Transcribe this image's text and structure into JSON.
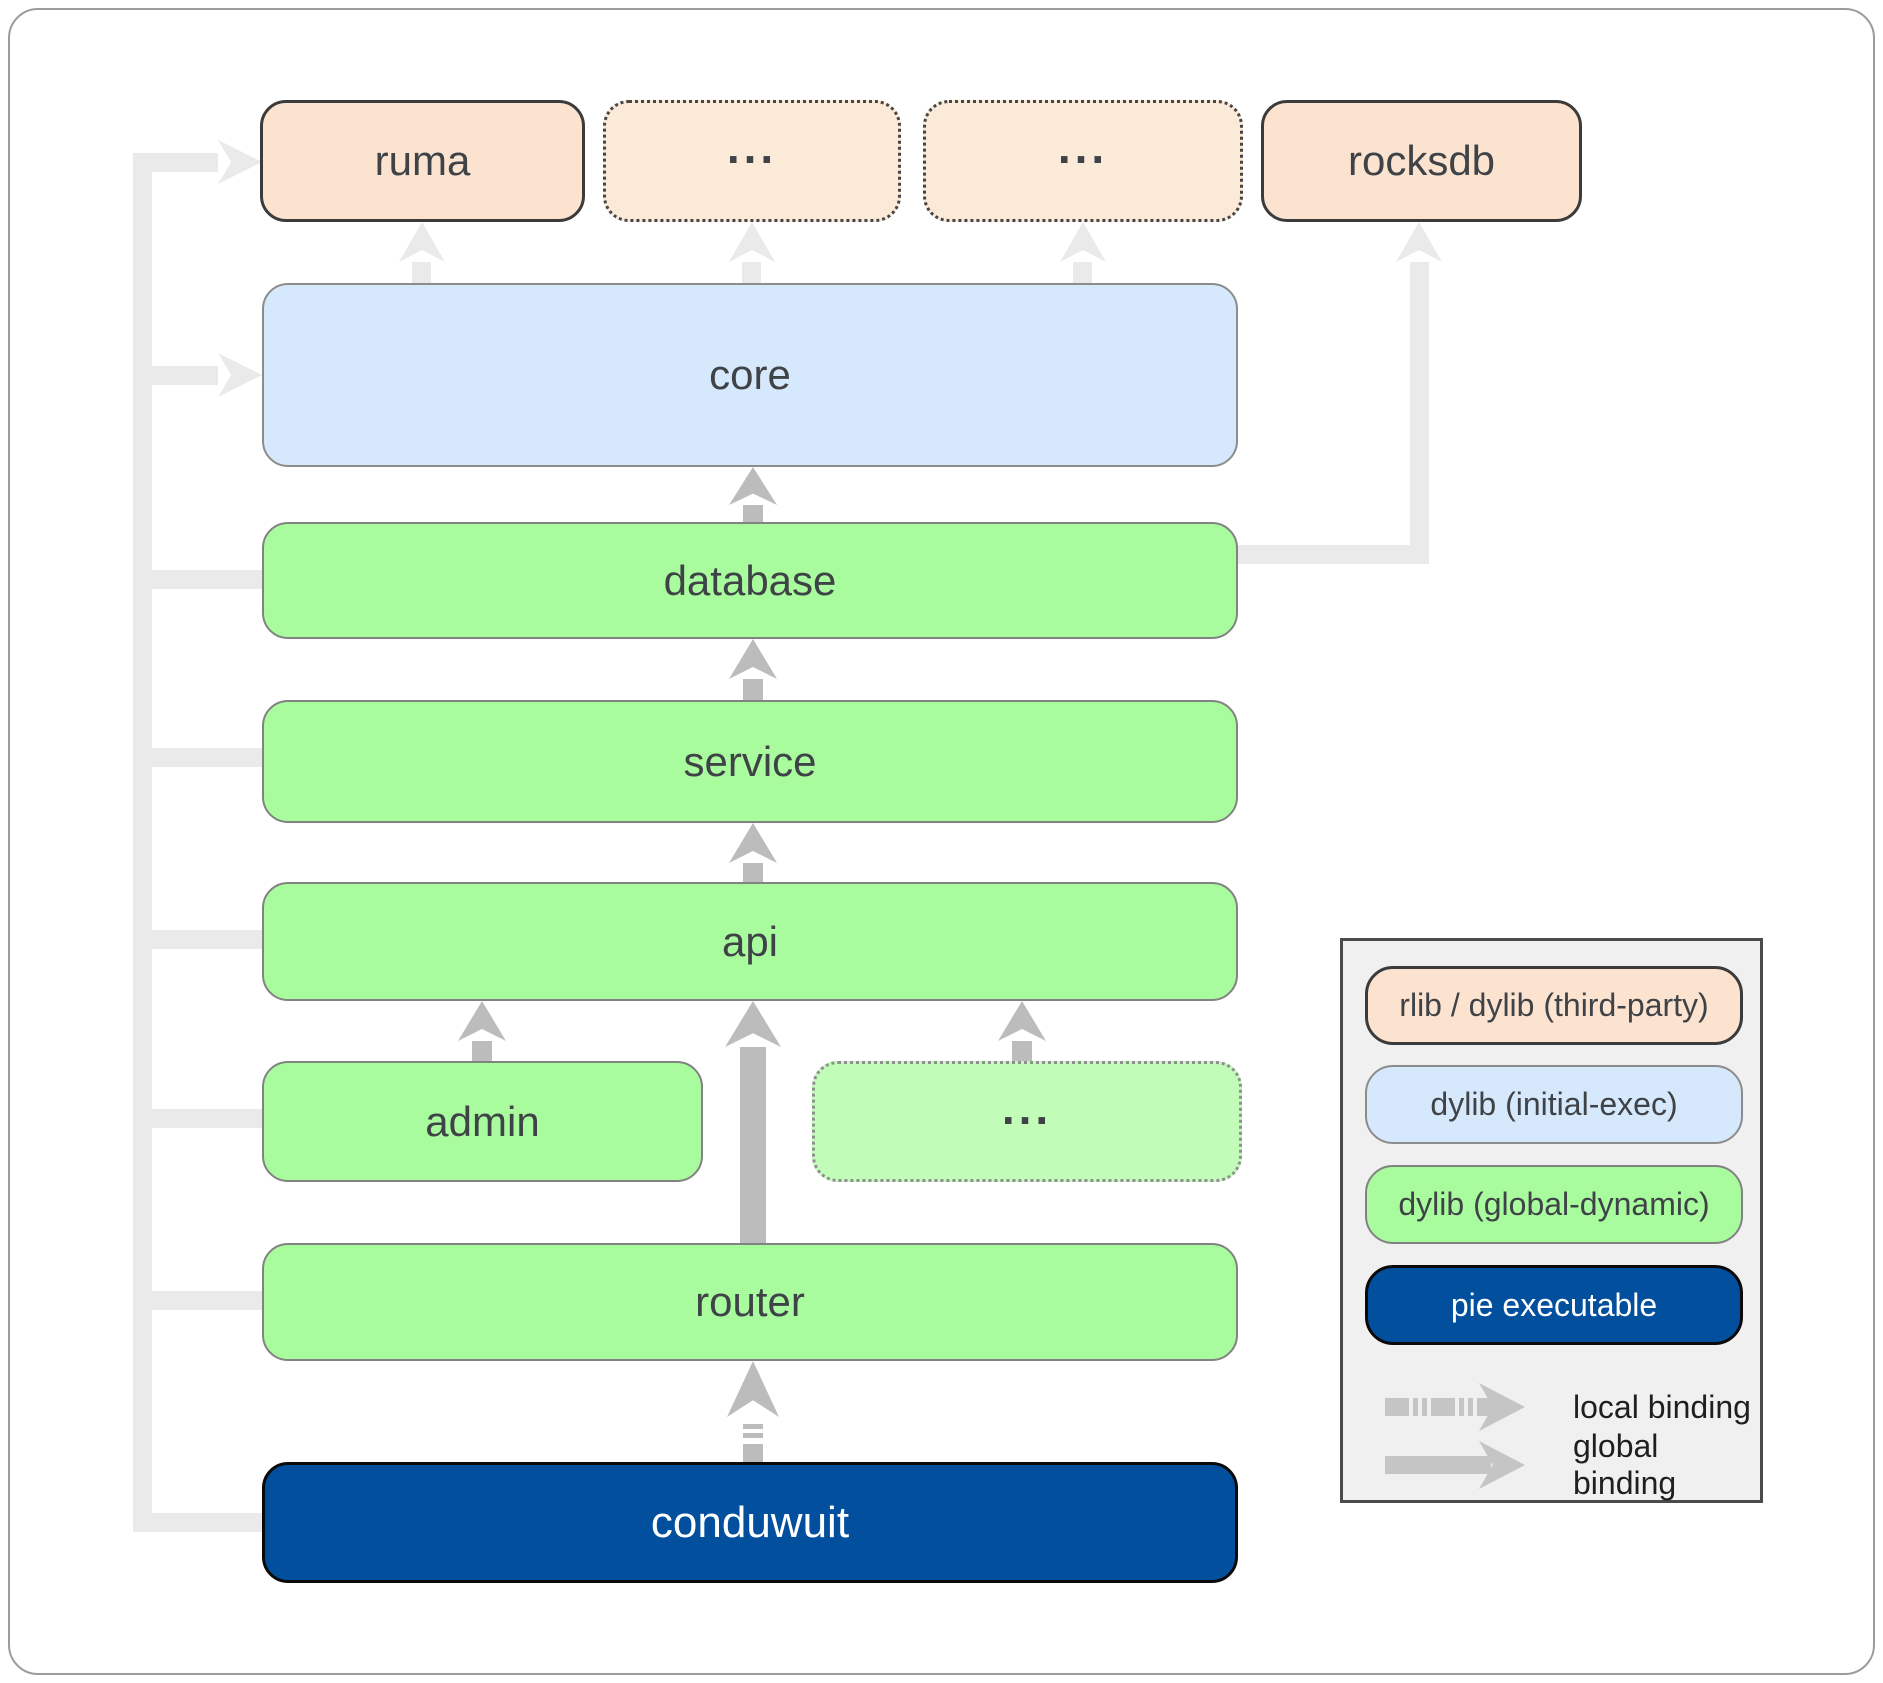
{
  "nodes": {
    "ruma": "ruma",
    "ellipsis_top_1": "...",
    "ellipsis_top_2": "...",
    "rocksdb": "rocksdb",
    "core": "core",
    "database": "database",
    "service": "service",
    "api": "api",
    "admin": "admin",
    "ellipsis_mid": "...",
    "router": "router",
    "conduwuit": "conduwuit"
  },
  "legend": {
    "third_party": "rlib / dylib (third-party)",
    "initial_exec": "dylib (initial-exec)",
    "global_dynamic": "dylib (global-dynamic)",
    "pie_executable": "pie executable",
    "local_binding": "local binding",
    "global_binding": "global binding"
  },
  "colors": {
    "third_party_fill": "#fbe3d0",
    "initial_exec_fill": "#d6e8fb",
    "global_dynamic_fill": "#a9fc9e",
    "global_dynamic_faded_fill": "#c1fdb8",
    "pie_executable_fill": "#024f9e",
    "arrow_light": "#eaeaea",
    "arrow_gray": "#bcbcbc",
    "legend_bg": "#f0f0f0",
    "text_dark": "#3f4347"
  }
}
